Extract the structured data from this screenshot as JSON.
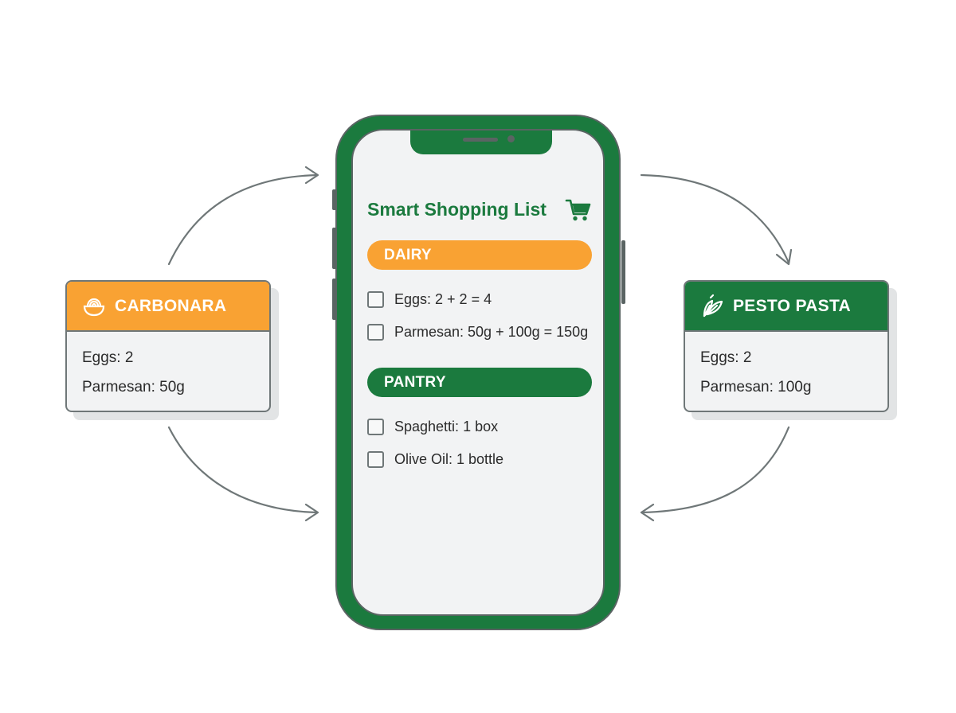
{
  "app": {
    "title": "Smart Shopping List",
    "title_icon": "shopping-cart-icon"
  },
  "categories": [
    {
      "name": "DAIRY",
      "color": "#f9a233",
      "items": [
        "Eggs: 2 + 2 = 4",
        "Parmesan: 50g + 100g = 150g"
      ]
    },
    {
      "name": "PANTRY",
      "color": "#1b7a3e",
      "items": [
        "Spaghetti: 1 box",
        "Olive Oil: 1 bottle"
      ]
    }
  ],
  "recipes": {
    "left": {
      "title": "CARBONARA",
      "icon": "pasta-bowl-icon",
      "color": "#f9a233",
      "ingredients": [
        "Eggs: 2",
        "Parmesan: 50g"
      ]
    },
    "right": {
      "title": "PESTO PASTA",
      "icon": "basil-leaf-icon",
      "color": "#1b7a3e",
      "ingredients": [
        "Eggs: 2",
        "Parmesan: 100g"
      ]
    }
  },
  "colors": {
    "green": "#1b7a3e",
    "orange": "#f9a233",
    "outline": "#6f7778",
    "screen": "#f2f3f4"
  }
}
